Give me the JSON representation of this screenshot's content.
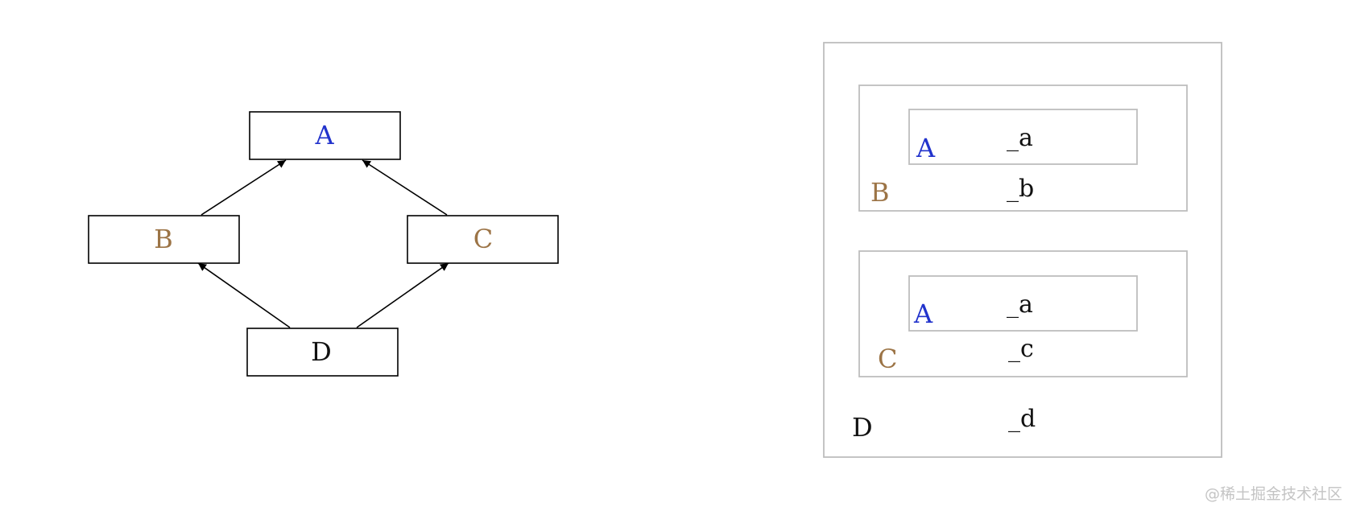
{
  "colors": {
    "A": "#2233cc",
    "B": "#9c7446",
    "C": "#9c7446",
    "D": "#111111",
    "edge": "#000000",
    "box_border": "#bdbdbd",
    "field": "#111111",
    "watermark": "#c4c4c4"
  },
  "inheritance": {
    "nodes": {
      "A": "A",
      "B": "B",
      "C": "C",
      "D": "D"
    },
    "edges": [
      {
        "from": "B",
        "to": "A"
      },
      {
        "from": "C",
        "to": "A"
      },
      {
        "from": "D",
        "to": "B"
      },
      {
        "from": "D",
        "to": "C"
      }
    ]
  },
  "layout_view": {
    "outer": {
      "label": "D",
      "field": "_d"
    },
    "b_block": {
      "label": "B",
      "field": "_b",
      "inner": {
        "label": "A",
        "field": "_a"
      }
    },
    "c_block": {
      "label": "C",
      "field": "_c",
      "inner": {
        "label": "A",
        "field": "_a"
      }
    }
  },
  "watermark": "@稀土掘金技术社区"
}
